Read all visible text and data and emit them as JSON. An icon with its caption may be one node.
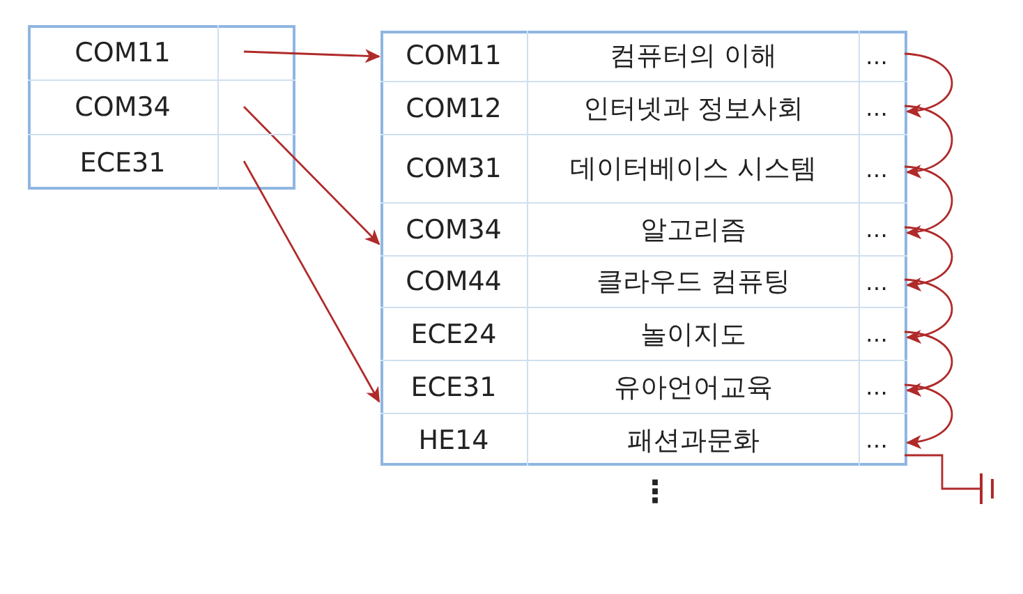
{
  "diagram": {
    "nodes": [
      {
        "text": [
          "COM11"
        ]
      },
      {
        "text": [
          "COM34"
        ]
      },
      {
        "text": [
          "ECE31"
        ]
      },
      {
        "text": [
          "COM11",
          "컴퓨터의 이해",
          "…"
        ]
      },
      {
        "text": [
          "COM12",
          "인터넷과 정보사회",
          "…"
        ]
      },
      {
        "text": [
          "COM31",
          "데이터베이스 시스템",
          "…"
        ]
      },
      {
        "text": [
          "COM34",
          "알고리즘",
          "…"
        ]
      },
      {
        "text": [
          "COM44",
          "클라우드 컴퓨팅",
          "…"
        ]
      },
      {
        "text": [
          "ECE24",
          "놀이지도",
          "…"
        ]
      },
      {
        "text": [
          "ECE31",
          "유아언어교육",
          "…"
        ]
      },
      {
        "text": [
          "HE14",
          "패션과문화",
          "…"
        ]
      }
    ],
    "edges": [
      {
        "from": 0,
        "to": 3,
        "arrow": "to"
      },
      {
        "from": 1,
        "to": 6,
        "arrow": "to"
      },
      {
        "from": 2,
        "to": 9,
        "arrow": "to"
      },
      {
        "from": 3,
        "to": 4,
        "arrow": "to"
      },
      {
        "from": 4,
        "to": 5,
        "arrow": "to"
      },
      {
        "from": 5,
        "to": 6,
        "arrow": "to"
      },
      {
        "from": 6,
        "to": 7,
        "arrow": "to"
      },
      {
        "from": 7,
        "to": 8,
        "arrow": "to"
      },
      {
        "from": 8,
        "to": 9,
        "arrow": "to"
      },
      {
        "from": 9,
        "to": 10,
        "arrow": "to"
      },
      {
        "from": 10,
        "to": null,
        "arrow": "other"
      }
    ],
    "labels": [
      "⋮"
    ]
  }
}
